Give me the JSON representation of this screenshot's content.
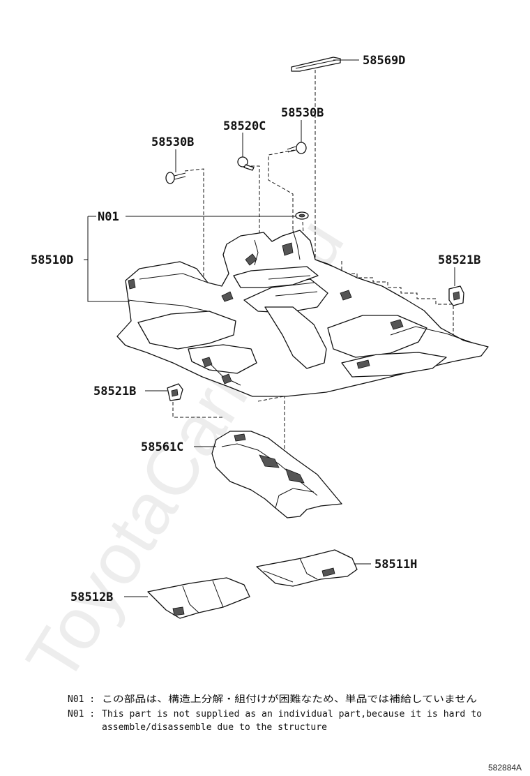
{
  "labels": {
    "p58569D": "58569D",
    "p58530B_right": "58530B",
    "p58520C": "58520C",
    "p58530B_left": "58530B",
    "n01": "N01",
    "p58510D": "58510D",
    "p58521B_right": "58521B",
    "p58521B_left": "58521B",
    "p58561C": "58561C",
    "p58511H": "58511H",
    "p58512B": "58512B"
  },
  "notes": {
    "jp_prefix": "N01 :",
    "jp_text": "この部品は、構造上分解・組付けが困難なため、単品では補給していません",
    "en_prefix": "N01 :",
    "en_line1": "This part is not supplied as an individual part,because it is hard to",
    "en_line2": "assemble/disassemble due to the structure"
  },
  "watermark": "ToyotaCarline.ru",
  "diagram_code": "582884A",
  "colors": {
    "line": "#111111",
    "shade": "#555555",
    "background": "#ffffff"
  }
}
